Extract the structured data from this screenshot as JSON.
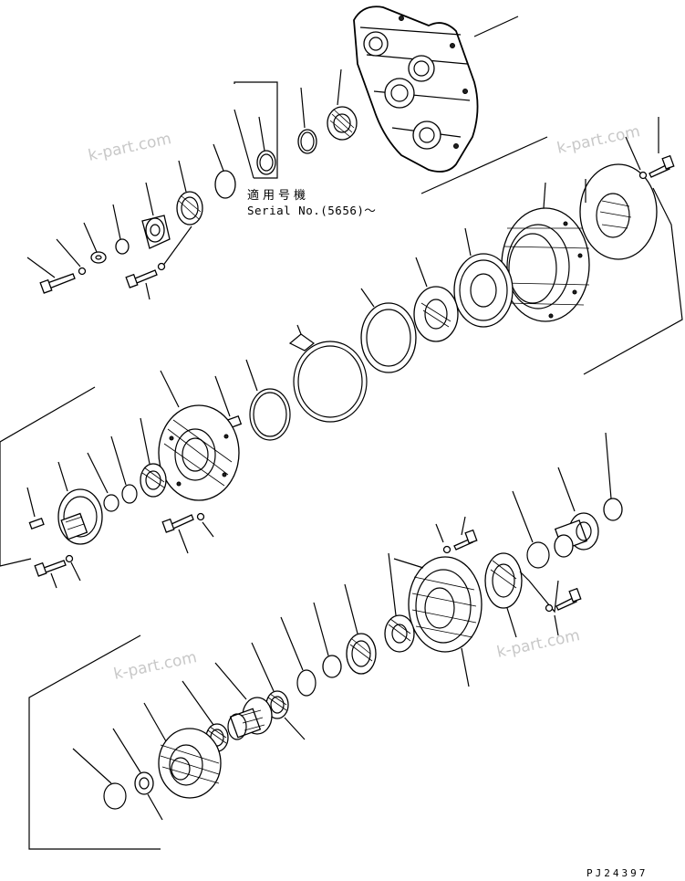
{
  "applicability": {
    "jp_label": "適用号機",
    "serial_label": "Serial No.(5656)～"
  },
  "watermarks": [
    "k-part.com",
    "k-part.com",
    "k-part.com",
    "k-part.com"
  ],
  "drawing_number": "PJ24397"
}
